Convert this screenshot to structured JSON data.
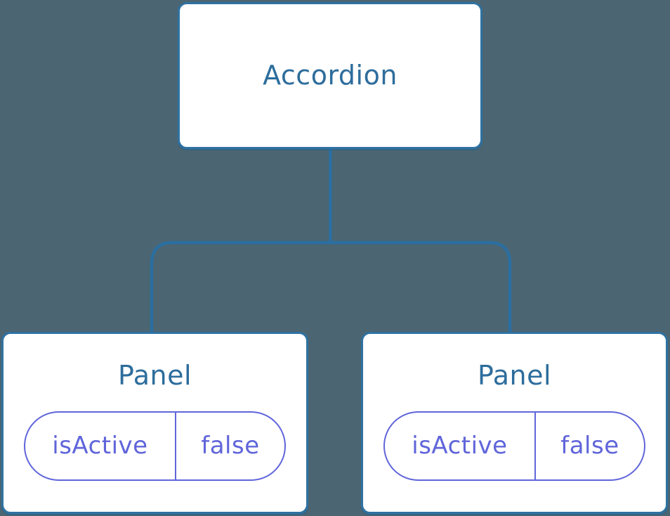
{
  "canvas": {
    "background": "#4B6572"
  },
  "colors": {
    "connector_line": "#2B6FA1",
    "box_border": "#2F72A2",
    "box_background": "#FFFFFF",
    "title_text": "#2D6D9C",
    "prop_accent": "#6065DA"
  },
  "tree": {
    "root": {
      "label": "Accordion"
    },
    "children": [
      {
        "label": "Panel",
        "props": [
          {
            "name": "isActive",
            "value": "false"
          }
        ]
      },
      {
        "label": "Panel",
        "props": [
          {
            "name": "isActive",
            "value": "false"
          }
        ]
      }
    ]
  }
}
